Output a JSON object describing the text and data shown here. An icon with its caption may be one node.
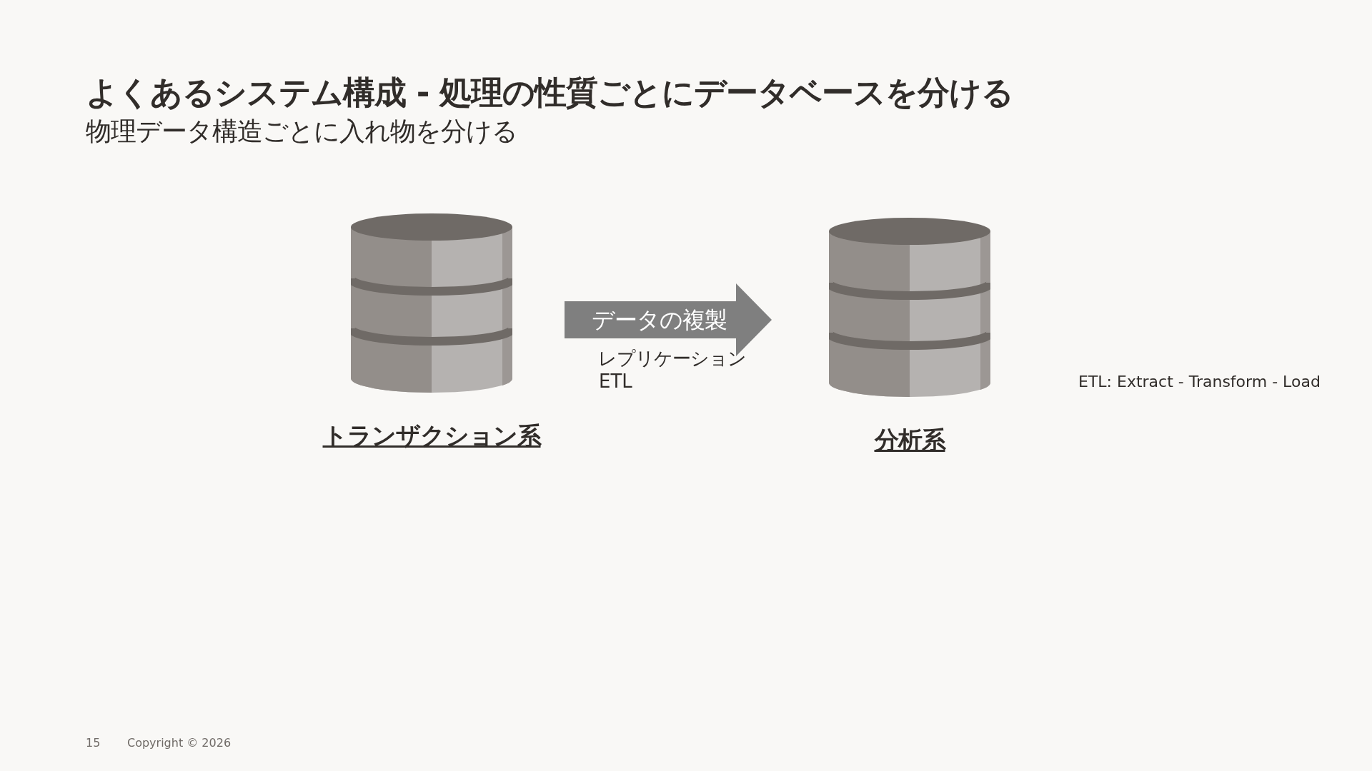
{
  "diagram": {
    "title": "よくあるシステム構成 - 処理の性質ごとにデータベースを分ける",
    "caption": "物理データ構造ごとに入れ物を分ける",
    "nodes": [
      {
        "text": [
          "トランザクション系"
        ]
      },
      {
        "text": [
          "分析系"
        ]
      }
    ],
    "edges": [
      {
        "from": 0,
        "to": 1,
        "arrow": "to",
        "label": "データの複製"
      }
    ],
    "labels": [
      "レプリケーション",
      "ETL",
      "ETL: Extract - Transform - Load",
      "15",
      "Copyright © 2026"
    ]
  }
}
